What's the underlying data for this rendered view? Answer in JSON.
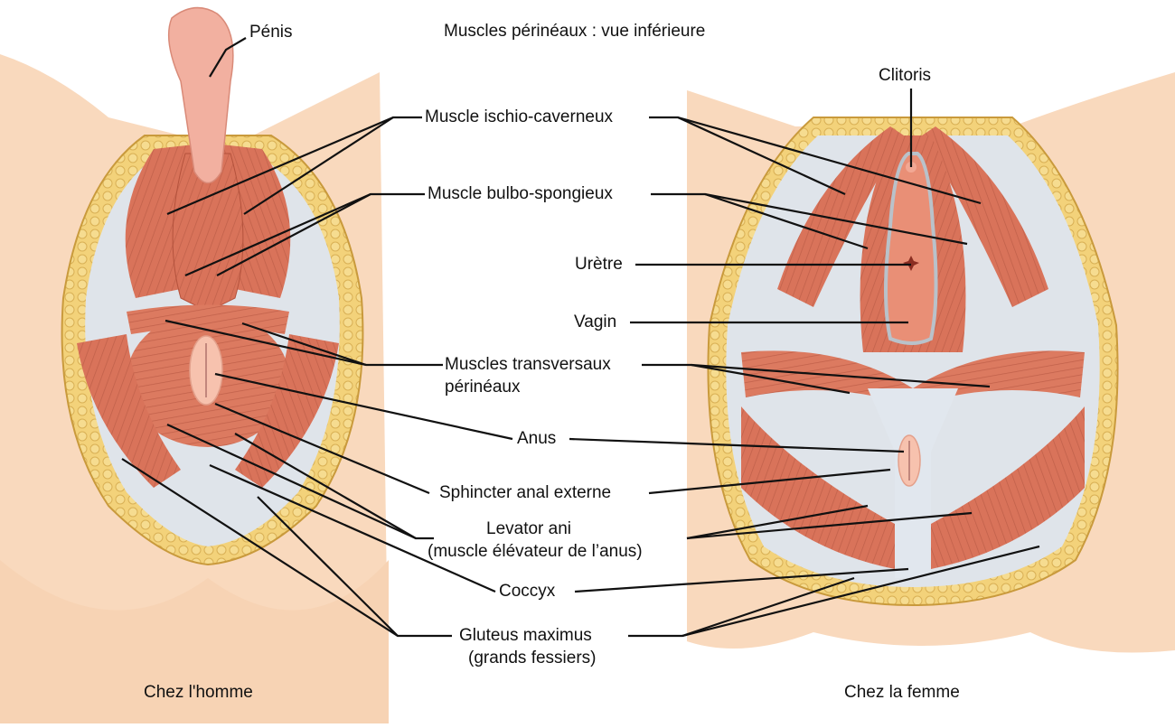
{
  "title": "Muscles périnéaux : vue inférieure",
  "captions": {
    "male": "Chez l'homme",
    "female": "Chez la femme"
  },
  "labels": {
    "penis": "Pénis",
    "clitoris": "Clitoris",
    "ischiocavernosus": "Muscle ischio-caverneux",
    "bulbospongiosus": "Muscle bulbo-spongieux",
    "urethra": "Urètre",
    "vagina": "Vagin",
    "transverse_line1": "Muscles transversaux",
    "transverse_line2": "périnéaux",
    "anus": "Anus",
    "external_anal_sphincter": "Sphincter anal externe",
    "levator_line1": "Levator ani",
    "levator_line2": "(muscle élévateur de l’anus)",
    "coccyx": "Coccyx",
    "gluteus_line1": "Gluteus maximus",
    "gluteus_line2": "(grands fessiers)"
  },
  "colors": {
    "skin": "#f9d9bd",
    "skin_dark": "#f2c4a0",
    "fat": "#f3d27a",
    "fat_border": "#d6a84a",
    "muscle": "#d9735a",
    "muscle_light": "#e99a80",
    "muscle_line": "#b4523c",
    "fascia": "#dfe4ea",
    "mucosa": "#f7c2ae",
    "leader": "#111111"
  }
}
